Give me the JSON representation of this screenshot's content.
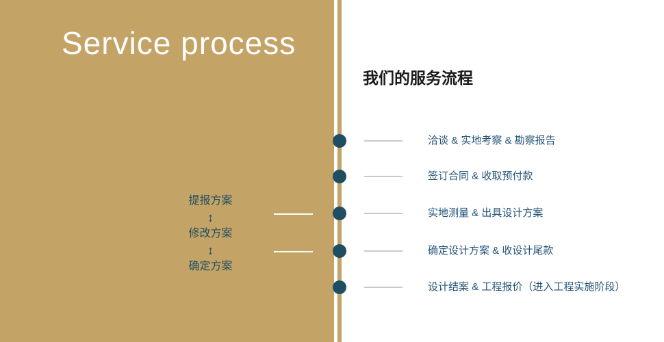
{
  "colors": {
    "gold": "#c3a366",
    "navy_dot": "#1f4e63",
    "step_text": "#235377",
    "tick_gray": "#c9c9c9",
    "title_white": "#ffffff",
    "heading_dark": "#1a1a1a"
  },
  "left_panel": {
    "title": "Service process",
    "loop": {
      "arrow": "↕",
      "steps": [
        "提报方案",
        "修改方案",
        "确定方案"
      ]
    }
  },
  "right_panel": {
    "heading": "我们的服务流程",
    "steps": [
      "洽谈 & 实地考察 & 勘察报告",
      "签订合同 & 收取预付款",
      "实地测量 & 出具设计方案",
      "确定设计方案 & 收设计尾款",
      "设计结案 & 工程报价（进入工程实施阶段）"
    ]
  }
}
